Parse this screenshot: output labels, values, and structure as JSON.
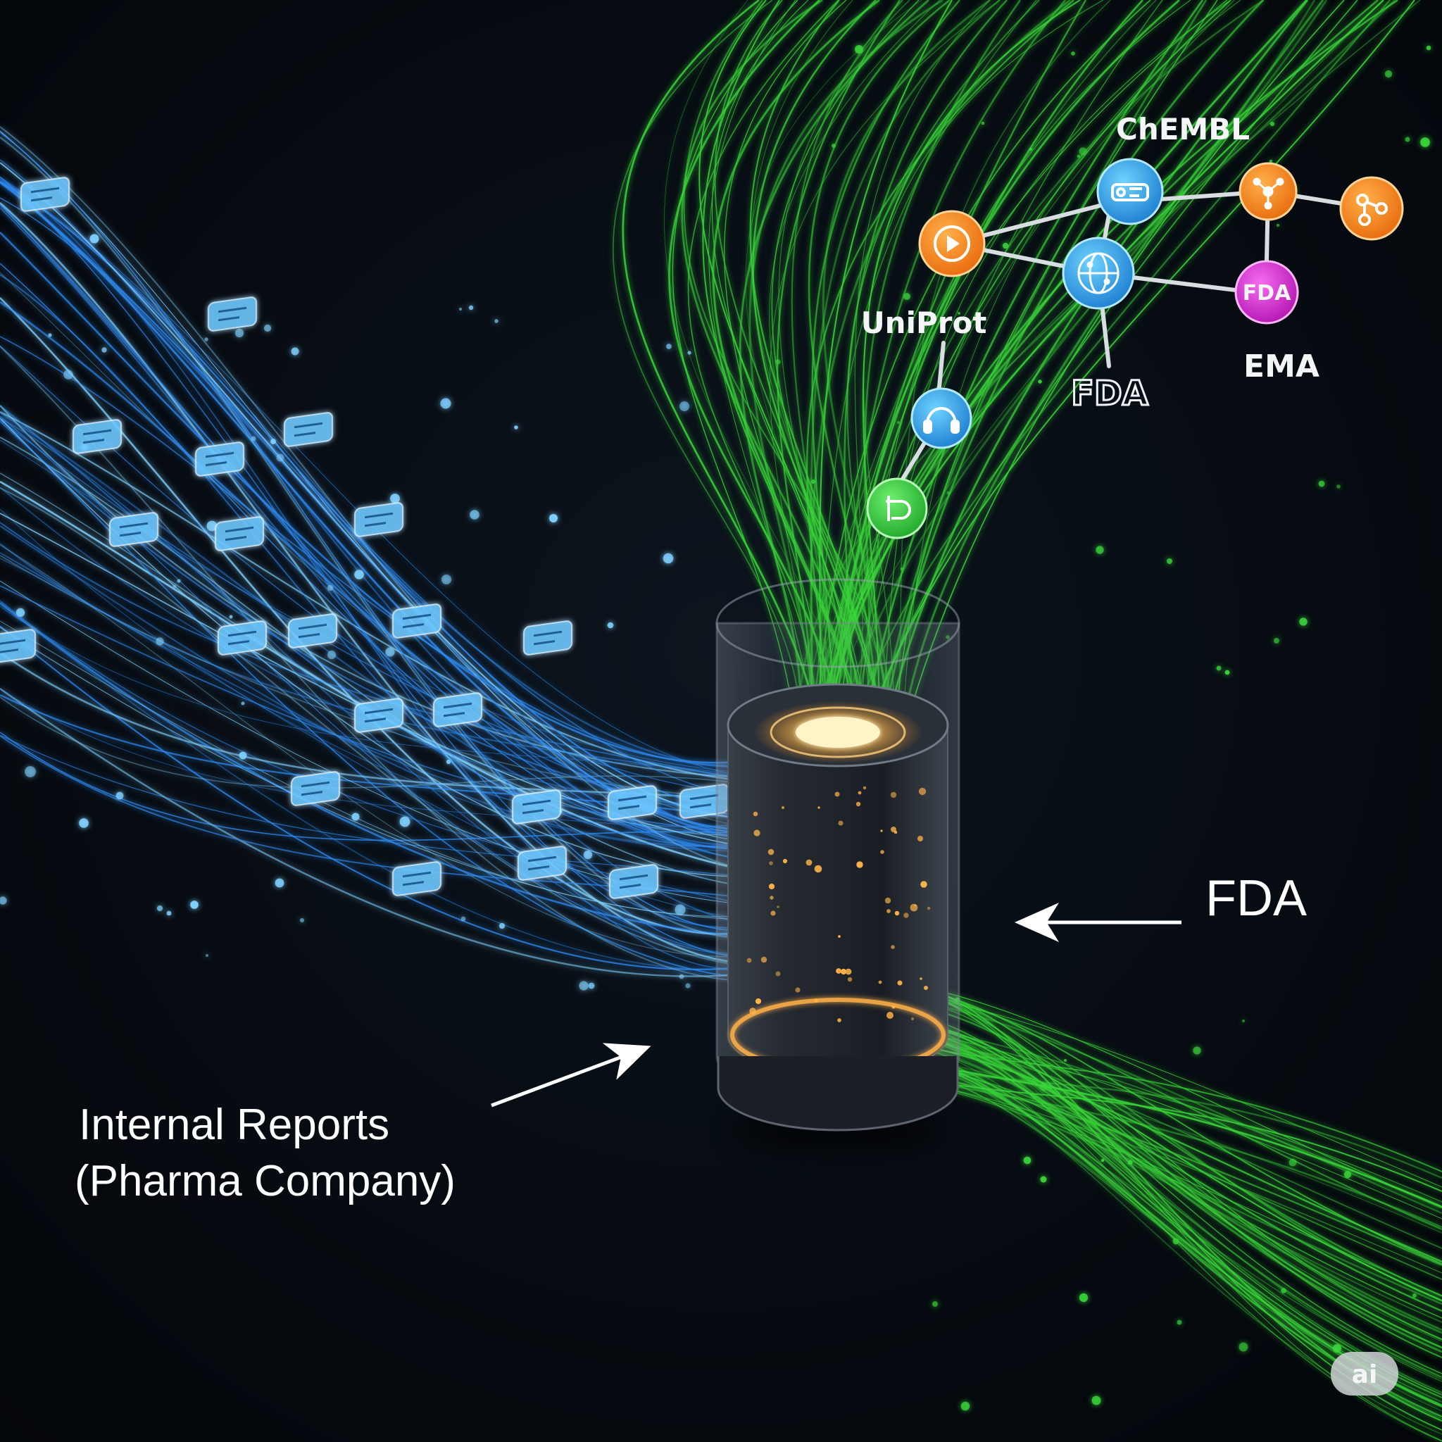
{
  "labels": {
    "chembl": "ChEMBL",
    "uniprot": "UniProt",
    "fda_node": "FDA",
    "ema": "EMA",
    "fda_target": "FDA",
    "internal_line1": "Internal Reports",
    "internal_line2": "(Pharma Company)",
    "watermark": "ai"
  },
  "icons": {
    "play": "play-icon",
    "machine": "lab-machine-icon",
    "molecule": "molecule-icon",
    "network": "network-icon",
    "globe": "globe-icon",
    "fda_badge": "FDA",
    "headset": "headset-icon",
    "green": "green-loop-icon"
  },
  "colors": {
    "background": "#05080d",
    "blue_stream": "#2f8df5",
    "blue_glow": "#7fd0ff",
    "green_stream": "#3ad63a",
    "core_glow": "#ffb347",
    "orange_node": "#f6861f",
    "blue_node": "#2c9be6",
    "magenta_node": "#d32bd0",
    "green_node": "#2ec43a",
    "label_text": "#ffffff"
  }
}
